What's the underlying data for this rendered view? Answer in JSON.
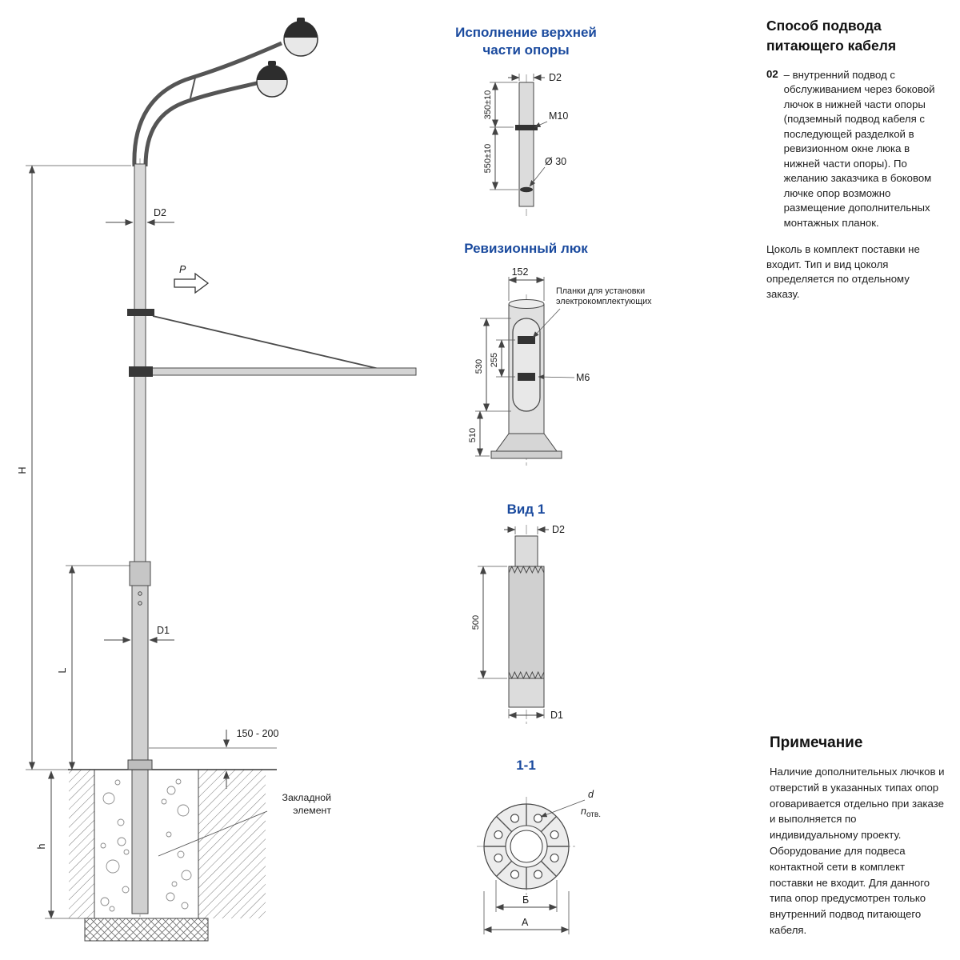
{
  "colors": {
    "accent_blue": "#1a4a9e",
    "line": "#444444",
    "text": "#1c1c1c"
  },
  "main_drawing": {
    "dim_H": "H",
    "dim_L": "L",
    "dim_h": "h",
    "dim_D1": "D1",
    "dim_D2": "D2",
    "force_P": "P",
    "dim_150_200": "150 - 200",
    "embedded_label": "Закладной\nэлемент"
  },
  "detail_top": {
    "title": "Исполнение верхней\nчасти опоры",
    "dim_D2": "D2",
    "dim_M10": "M10",
    "dim_dia30": "Ø 30",
    "dim_350": "350±10",
    "dim_550": "550±10"
  },
  "detail_hatch": {
    "title": "Ревизионный люк",
    "dim_152": "152",
    "dim_530": "530",
    "dim_255": "255",
    "dim_510": "510",
    "dim_M6": "M6",
    "callout": "Планки для установки\nэлектрокомплектующих"
  },
  "detail_view1": {
    "title": "Вид 1",
    "dim_D2": "D2",
    "dim_500": "500",
    "dim_D1": "D1"
  },
  "detail_section": {
    "title": "1-1",
    "dim_d": "d",
    "dim_n": "n",
    "dim_n_sub": "отв.",
    "dim_B": "Б",
    "dim_A": "А"
  },
  "cable_info": {
    "title": "Способ подвода питающего кабеля",
    "item_number": "02",
    "item_text": "– внутренний подвод с обслуживанием через боковой лючок в нижней части опоры (подземный подвод кабеля с последующей разделкой в ревизионном окне люка в нижней части опоры). По желанию заказчика в боковом лючке опор возможно размещение дополнительных монтажных планок.",
    "base_note": "Цоколь в комплект поставки не входит. Тип и вид цоколя определяется по отдельному заказу."
  },
  "note": {
    "title": "Примечание",
    "text": "Наличие дополнительных лючков и отверстий в указанных типах опор оговаривается отдельно при заказе и выполняется по индивидуальному проекту. Оборудование для подвеса контактной сети в комплект поставки не входит. Для данного типа опор предусмотрен только внутренний подвод питающего кабеля."
  }
}
